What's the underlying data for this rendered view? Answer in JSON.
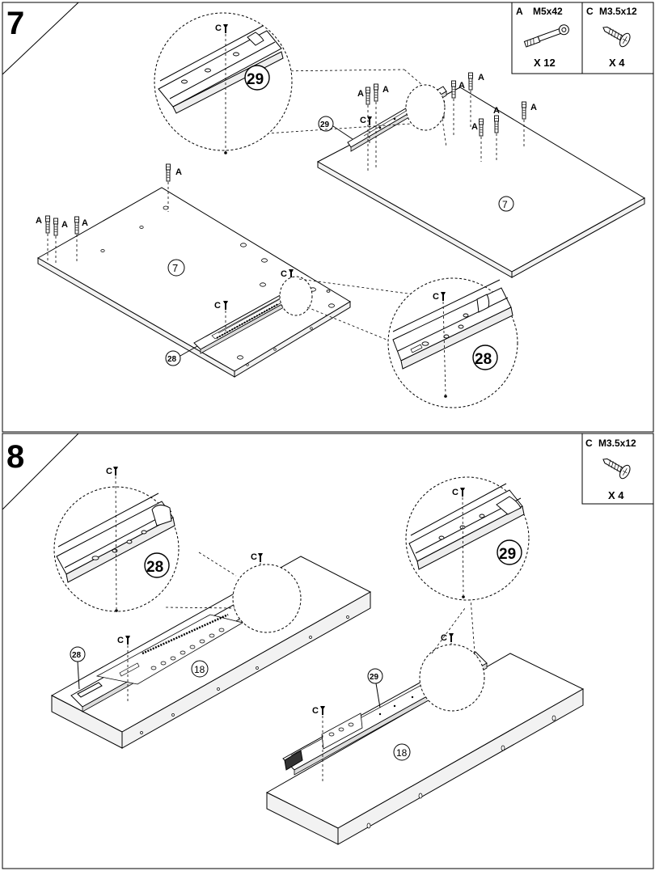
{
  "step7": {
    "number": "7",
    "parts_box": {
      "a_letter": "A",
      "a_size": "M5x42",
      "a_qty": "X 12",
      "c_letter": "C",
      "c_size": "M3.5x12",
      "c_qty": "X 4"
    },
    "callouts": {
      "panel_left": "7",
      "panel_right": "7",
      "rail_29": "29",
      "rail_28": "28",
      "zoom_29": "29",
      "zoom_28": "28",
      "screw_c": "C",
      "dowel_a": "A"
    }
  },
  "step8": {
    "number": "8",
    "parts_box": {
      "c_letter": "C",
      "c_size": "M3.5x12",
      "c_qty": "X 4"
    },
    "callouts": {
      "panel_left": "18",
      "panel_right": "18",
      "rail_28": "28",
      "rail_29": "29",
      "zoom_28": "28",
      "zoom_29": "29",
      "screw_c": "C"
    }
  }
}
